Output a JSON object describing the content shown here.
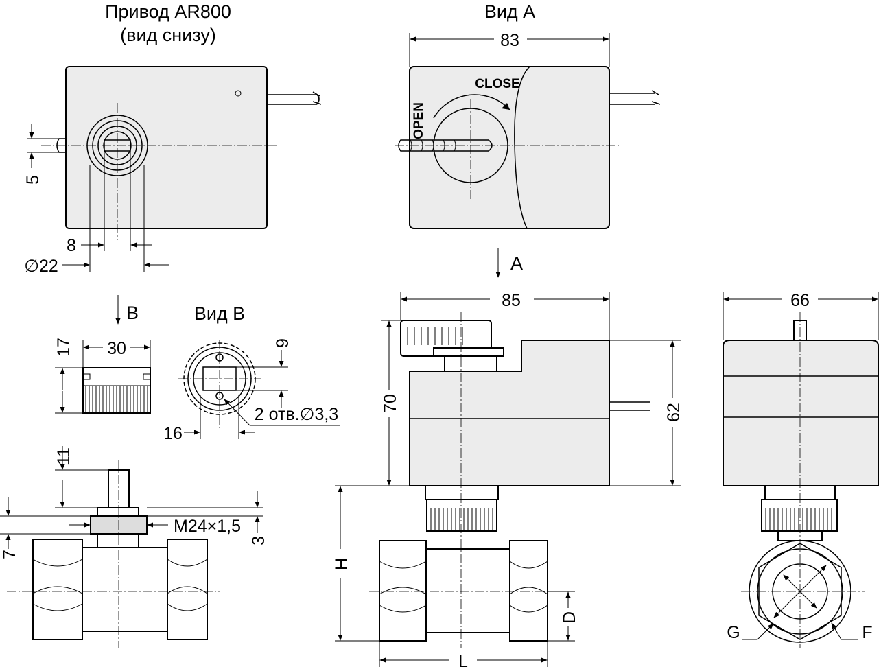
{
  "titles": {
    "bottom_view_line1": "Привод AR800",
    "bottom_view_line2": "(вид снизу)",
    "view_a": "Вид A",
    "view_b": "Вид B"
  },
  "arrows": {
    "a": "A",
    "b": "B"
  },
  "knob_labels": {
    "close": "CLOSE",
    "open": "OPEN"
  },
  "dimensions": {
    "d5": "5",
    "d8": "8",
    "d22": "∅22",
    "d83": "83",
    "d85": "85",
    "d66": "66",
    "d30": "30",
    "d17": "17",
    "d9": "9",
    "d16": "16",
    "holes": "2 отв.∅3,3",
    "d70": "70",
    "d62": "62",
    "d11": "11",
    "thread": "M24×1,5",
    "d3": "3",
    "d7": "7",
    "h": "H",
    "l": "L",
    "d": "D",
    "g": "G",
    "f": "F"
  }
}
